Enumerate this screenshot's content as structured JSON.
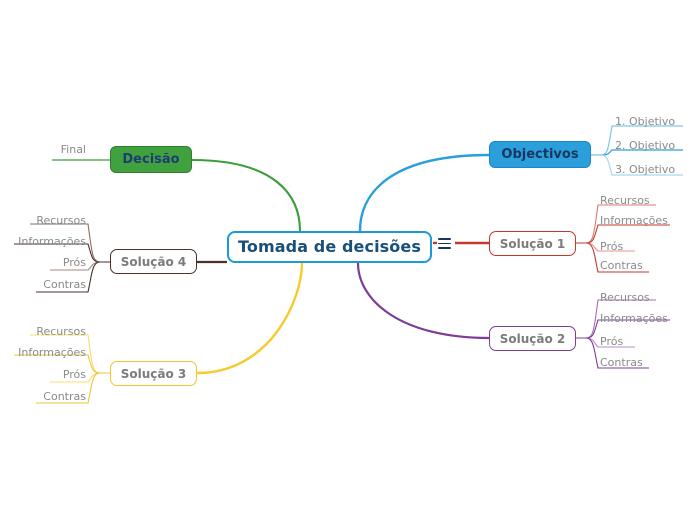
{
  "diagram": {
    "title": "Tomada de decisões",
    "type": "mind-map",
    "background": "#ffffff"
  },
  "root": {
    "label": "Tomada de decisões",
    "border_color": "#1b9ad9",
    "text_color": "#1a4f7a",
    "menu_icon": "hamburger-icon"
  },
  "branches": [
    {
      "id": "decisao",
      "label": "Decisão",
      "color": "#3fa23f",
      "text_color": "#1f3d72",
      "style": "filled",
      "side": "left",
      "children": [
        {
          "label": "Final"
        }
      ]
    },
    {
      "id": "objectivos",
      "label": "Objectivos",
      "color": "#2a9fdc",
      "text_color": "#17365d",
      "style": "filled",
      "side": "right",
      "children": [
        {
          "label": "1. Objetivo",
          "color": "#7ec8ec"
        },
        {
          "label": "2. Objetivo",
          "color": "#2a9fdc"
        },
        {
          "label": "3. Objetivo",
          "color": "#a8d8f0"
        }
      ]
    },
    {
      "id": "solucao1",
      "label": "Solução 1",
      "color": "#c0392b",
      "text_color": "#7b7b7b",
      "style": "outline",
      "side": "right",
      "children": [
        {
          "label": "Recursos"
        },
        {
          "label": "Informações"
        },
        {
          "label": "Prós"
        },
        {
          "label": "Contras"
        }
      ]
    },
    {
      "id": "solucao2",
      "label": "Solução 2",
      "color": "#7d3c98",
      "text_color": "#7b7b7b",
      "style": "outline",
      "side": "right",
      "children": [
        {
          "label": "Recursos"
        },
        {
          "label": "Informações"
        },
        {
          "label": "Prós"
        },
        {
          "label": "Contras"
        }
      ]
    },
    {
      "id": "solucao3",
      "label": "Solução 3",
      "color": "#f2c531",
      "text_color": "#7b7b7b",
      "style": "outline",
      "side": "left",
      "children": [
        {
          "label": "Recursos"
        },
        {
          "label": "Informações"
        },
        {
          "label": "Prós"
        },
        {
          "label": "Contras"
        }
      ]
    },
    {
      "id": "solucao4",
      "label": "Solução 4",
      "color": "#4a3229",
      "text_color": "#7b7b7b",
      "style": "outline",
      "side": "left",
      "children": [
        {
          "label": "Recursos"
        },
        {
          "label": "Informações"
        },
        {
          "label": "Prós"
        },
        {
          "label": "Contras"
        }
      ]
    }
  ]
}
